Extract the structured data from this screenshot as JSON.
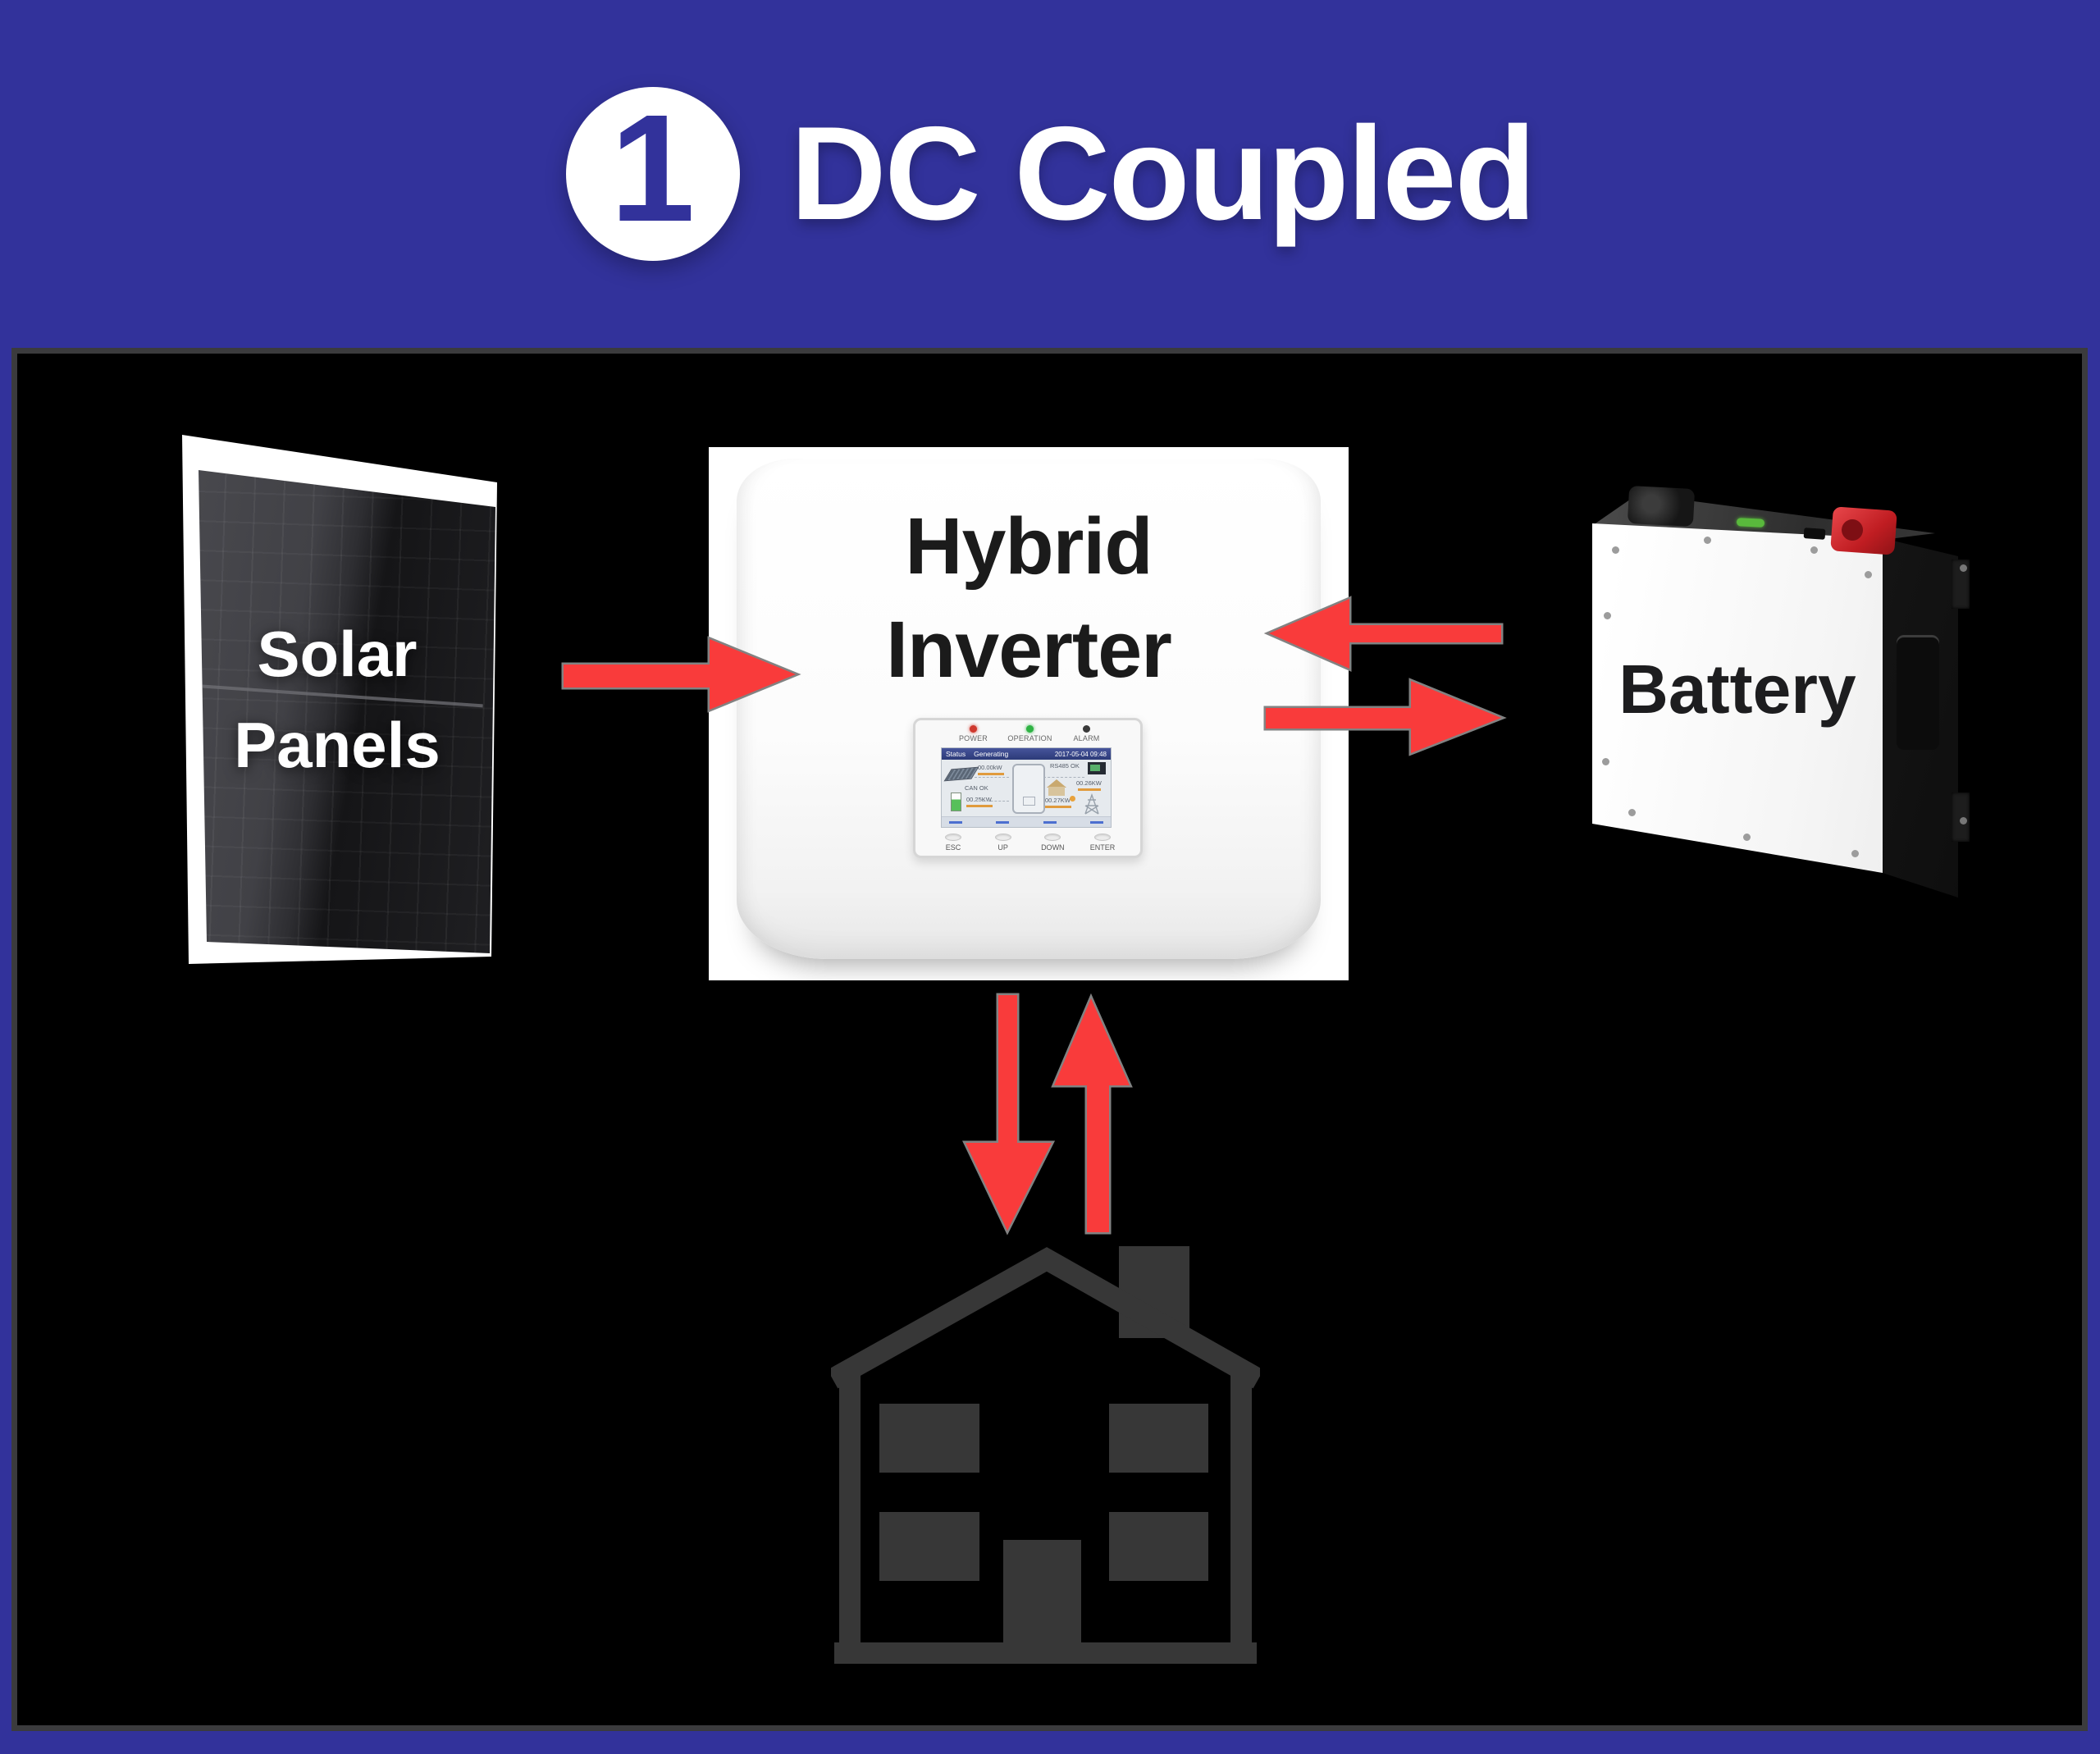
{
  "header": {
    "badge": "1",
    "title": "DC Coupled"
  },
  "solar": {
    "line1": "Solar",
    "line2": "Panels"
  },
  "inverter": {
    "line1": "Hybrid",
    "line2": "Inverter"
  },
  "battery": {
    "label": "Battery"
  },
  "display": {
    "leds": [
      {
        "label": "POWER"
      },
      {
        "label": "OPERATION"
      },
      {
        "label": "ALARM"
      }
    ],
    "status_label": "Status",
    "status_value": "Generating",
    "datetime": "2017-05-04 09:48",
    "pv_power": "00.00kW",
    "can_status": "CAN OK",
    "battery_power": "00.25KW",
    "load_power": "00.27KW",
    "rs485_status": "RS485 OK",
    "grid_power": "00.26KW",
    "buttons": [
      "ESC",
      "UP",
      "DOWN",
      "ENTER"
    ]
  },
  "colors": {
    "banner_blue": "#32329B",
    "arrow_red": "#F93B3B",
    "arrow_outline": "#828282",
    "house_gray": "#373737",
    "background_black": "#000000"
  }
}
